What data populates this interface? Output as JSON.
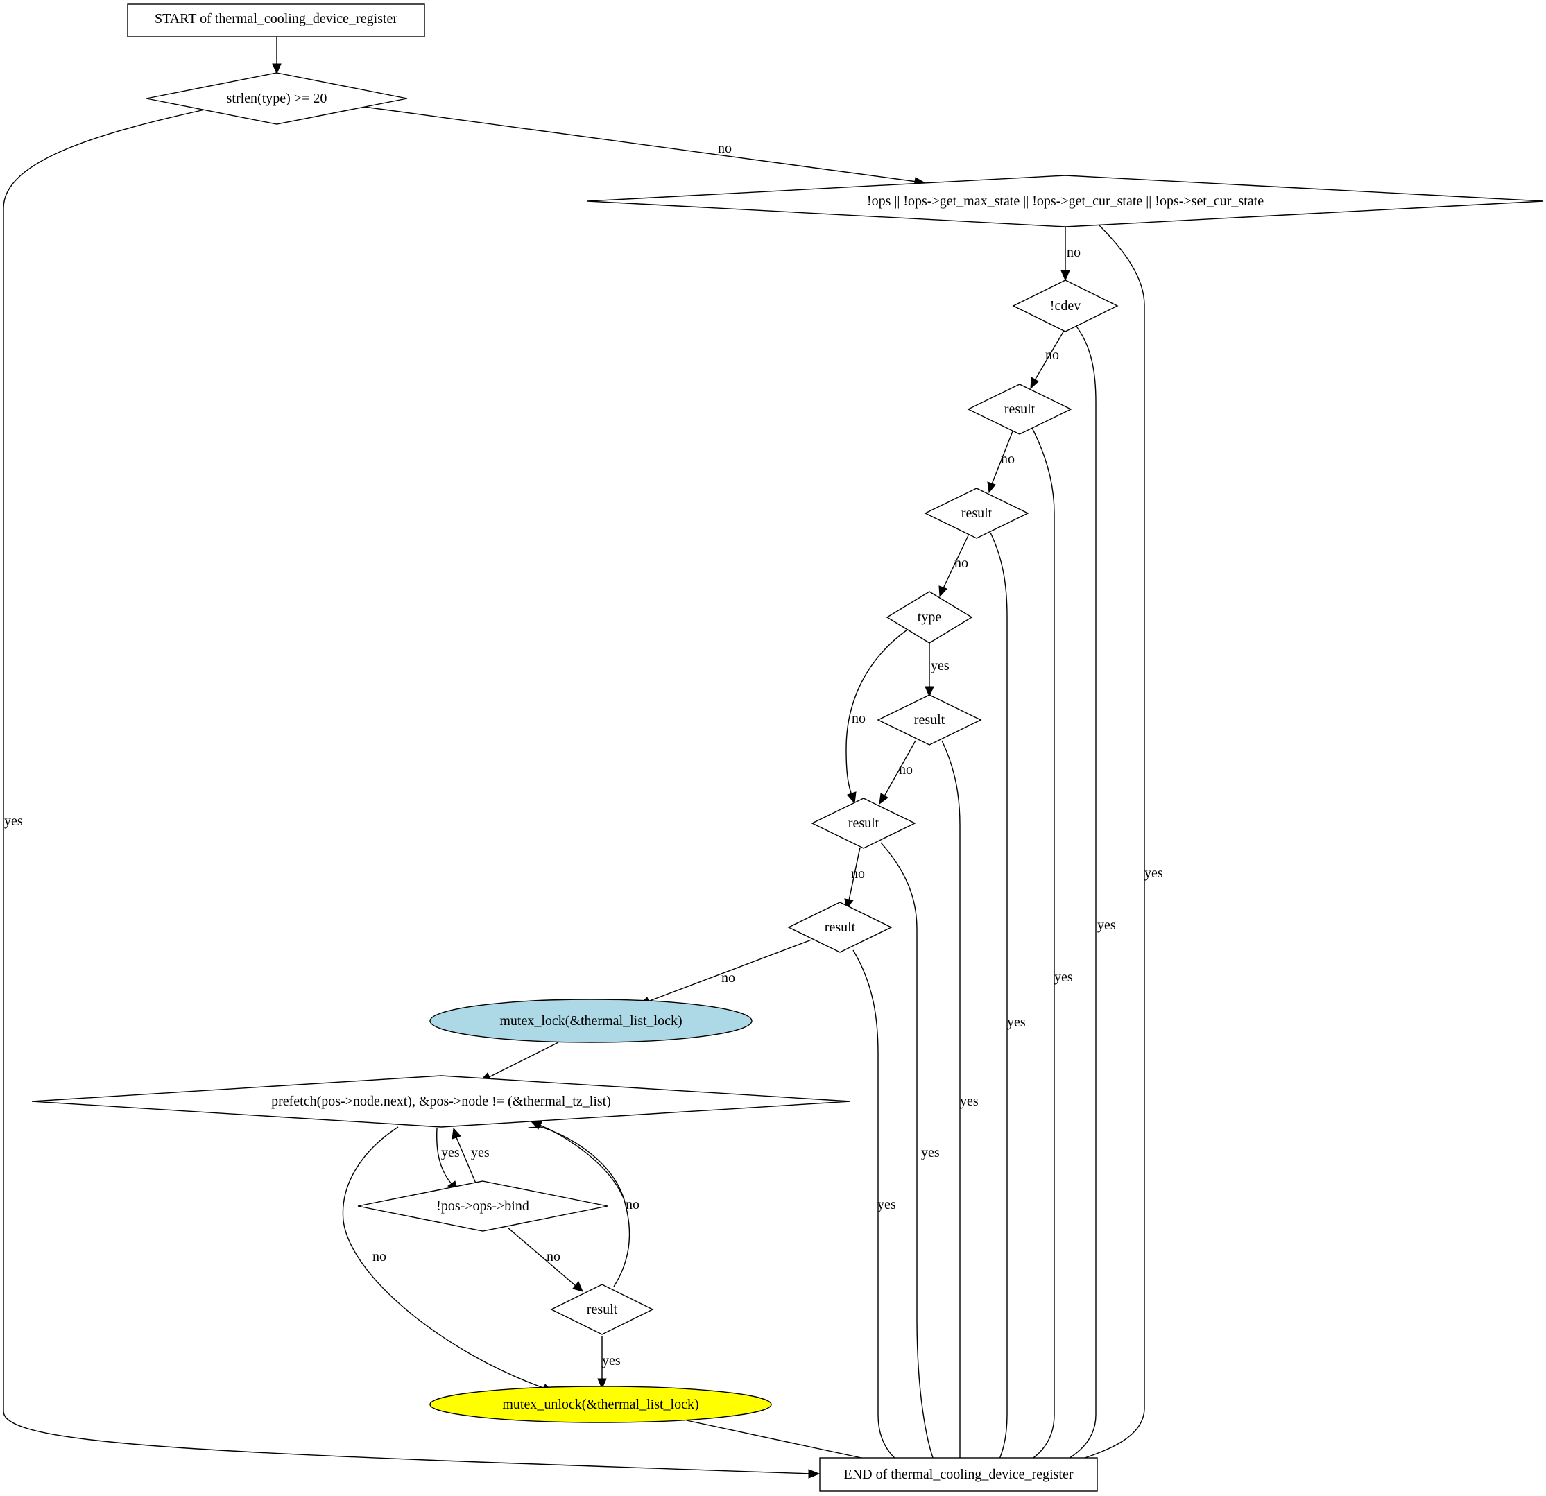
{
  "flowchart": {
    "nodes": {
      "start": {
        "label": "START of thermal_cooling_device_register",
        "shape": "box"
      },
      "cond_strlen": {
        "label": "strlen(type) >= 20",
        "shape": "diamond"
      },
      "cond_ops": {
        "label": "!ops || !ops->get_max_state || !ops->get_cur_state || !ops->set_cur_state",
        "shape": "diamond"
      },
      "cond_cdev": {
        "label": "!cdev",
        "shape": "diamond"
      },
      "cond_result_1": {
        "label": "result",
        "shape": "diamond"
      },
      "cond_result_2": {
        "label": "result",
        "shape": "diamond"
      },
      "cond_type": {
        "label": "type",
        "shape": "diamond"
      },
      "cond_result_3": {
        "label": "result",
        "shape": "diamond"
      },
      "cond_result_4": {
        "label": "result",
        "shape": "diamond"
      },
      "cond_result_5": {
        "label": "result",
        "shape": "diamond"
      },
      "mutex_lock": {
        "label": "mutex_lock(&thermal_list_lock)",
        "shape": "ellipse",
        "fill": "#add8e6"
      },
      "cond_loop": {
        "label": "prefetch(pos->node.next), &pos->node != (&thermal_tz_list)",
        "shape": "diamond"
      },
      "cond_bind": {
        "label": "!pos->ops->bind",
        "shape": "diamond"
      },
      "cond_result_6": {
        "label": "result",
        "shape": "diamond"
      },
      "mutex_unlock": {
        "label": "mutex_unlock(&thermal_list_lock)",
        "shape": "ellipse",
        "fill": "#ffff00"
      },
      "end": {
        "label": "END of thermal_cooling_device_register",
        "shape": "box"
      }
    },
    "edges": [
      {
        "from": "start",
        "to": "cond_strlen",
        "label": ""
      },
      {
        "from": "cond_strlen",
        "to": "end",
        "label": "yes"
      },
      {
        "from": "cond_strlen",
        "to": "cond_ops",
        "label": "no"
      },
      {
        "from": "cond_ops",
        "to": "cond_cdev",
        "label": "no"
      },
      {
        "from": "cond_ops",
        "to": "end",
        "label": "yes"
      },
      {
        "from": "cond_cdev",
        "to": "cond_result_1",
        "label": "no"
      },
      {
        "from": "cond_cdev",
        "to": "end",
        "label": "yes"
      },
      {
        "from": "cond_result_1",
        "to": "cond_result_2",
        "label": "no"
      },
      {
        "from": "cond_result_1",
        "to": "end",
        "label": "yes"
      },
      {
        "from": "cond_result_2",
        "to": "cond_type",
        "label": "no"
      },
      {
        "from": "cond_result_2",
        "to": "end",
        "label": "yes"
      },
      {
        "from": "cond_type",
        "to": "cond_result_3",
        "label": "yes"
      },
      {
        "from": "cond_type",
        "to": "cond_result_4",
        "label": "no"
      },
      {
        "from": "cond_result_3",
        "to": "cond_result_4",
        "label": "no"
      },
      {
        "from": "cond_result_3",
        "to": "end",
        "label": "yes"
      },
      {
        "from": "cond_result_4",
        "to": "cond_result_5",
        "label": "no"
      },
      {
        "from": "cond_result_4",
        "to": "end",
        "label": "yes"
      },
      {
        "from": "cond_result_5",
        "to": "mutex_lock",
        "label": "no"
      },
      {
        "from": "cond_result_5",
        "to": "end",
        "label": "yes"
      },
      {
        "from": "mutex_lock",
        "to": "cond_loop",
        "label": ""
      },
      {
        "from": "cond_loop",
        "to": "cond_bind",
        "label": "yes"
      },
      {
        "from": "cond_bind",
        "to": "cond_loop",
        "label": "yes"
      },
      {
        "from": "cond_loop",
        "to": "mutex_unlock",
        "label": "no"
      },
      {
        "from": "cond_bind",
        "to": "cond_result_6",
        "label": "no"
      },
      {
        "from": "cond_result_6",
        "to": "cond_loop",
        "label": "no"
      },
      {
        "from": "cond_result_6",
        "to": "mutex_unlock",
        "label": "yes"
      },
      {
        "from": "mutex_unlock",
        "to": "end",
        "label": ""
      }
    ]
  }
}
